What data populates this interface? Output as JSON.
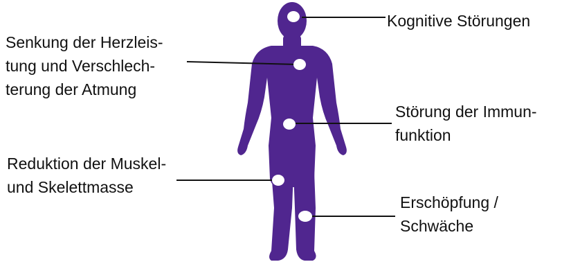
{
  "colors": {
    "figure": "#50268f",
    "marker": "#ffffff",
    "line": "#111111",
    "text": "#111111",
    "background": "#ffffff"
  },
  "labels": {
    "cognitive": {
      "line1": "Kognitive Störungen"
    },
    "heart": {
      "line1": "Senkung der Herzleis-",
      "line2": "tung und Verschlech-",
      "line3": "terung der Atmung"
    },
    "immune": {
      "line1": "Störung der Immun-",
      "line2": "funktion"
    },
    "muscle": {
      "line1": "Reduktion der Muskel-",
      "line2": "und Skelettmasse"
    },
    "fatigue": {
      "line1": "Erschöpfung /",
      "line2": "Schwäche"
    }
  }
}
